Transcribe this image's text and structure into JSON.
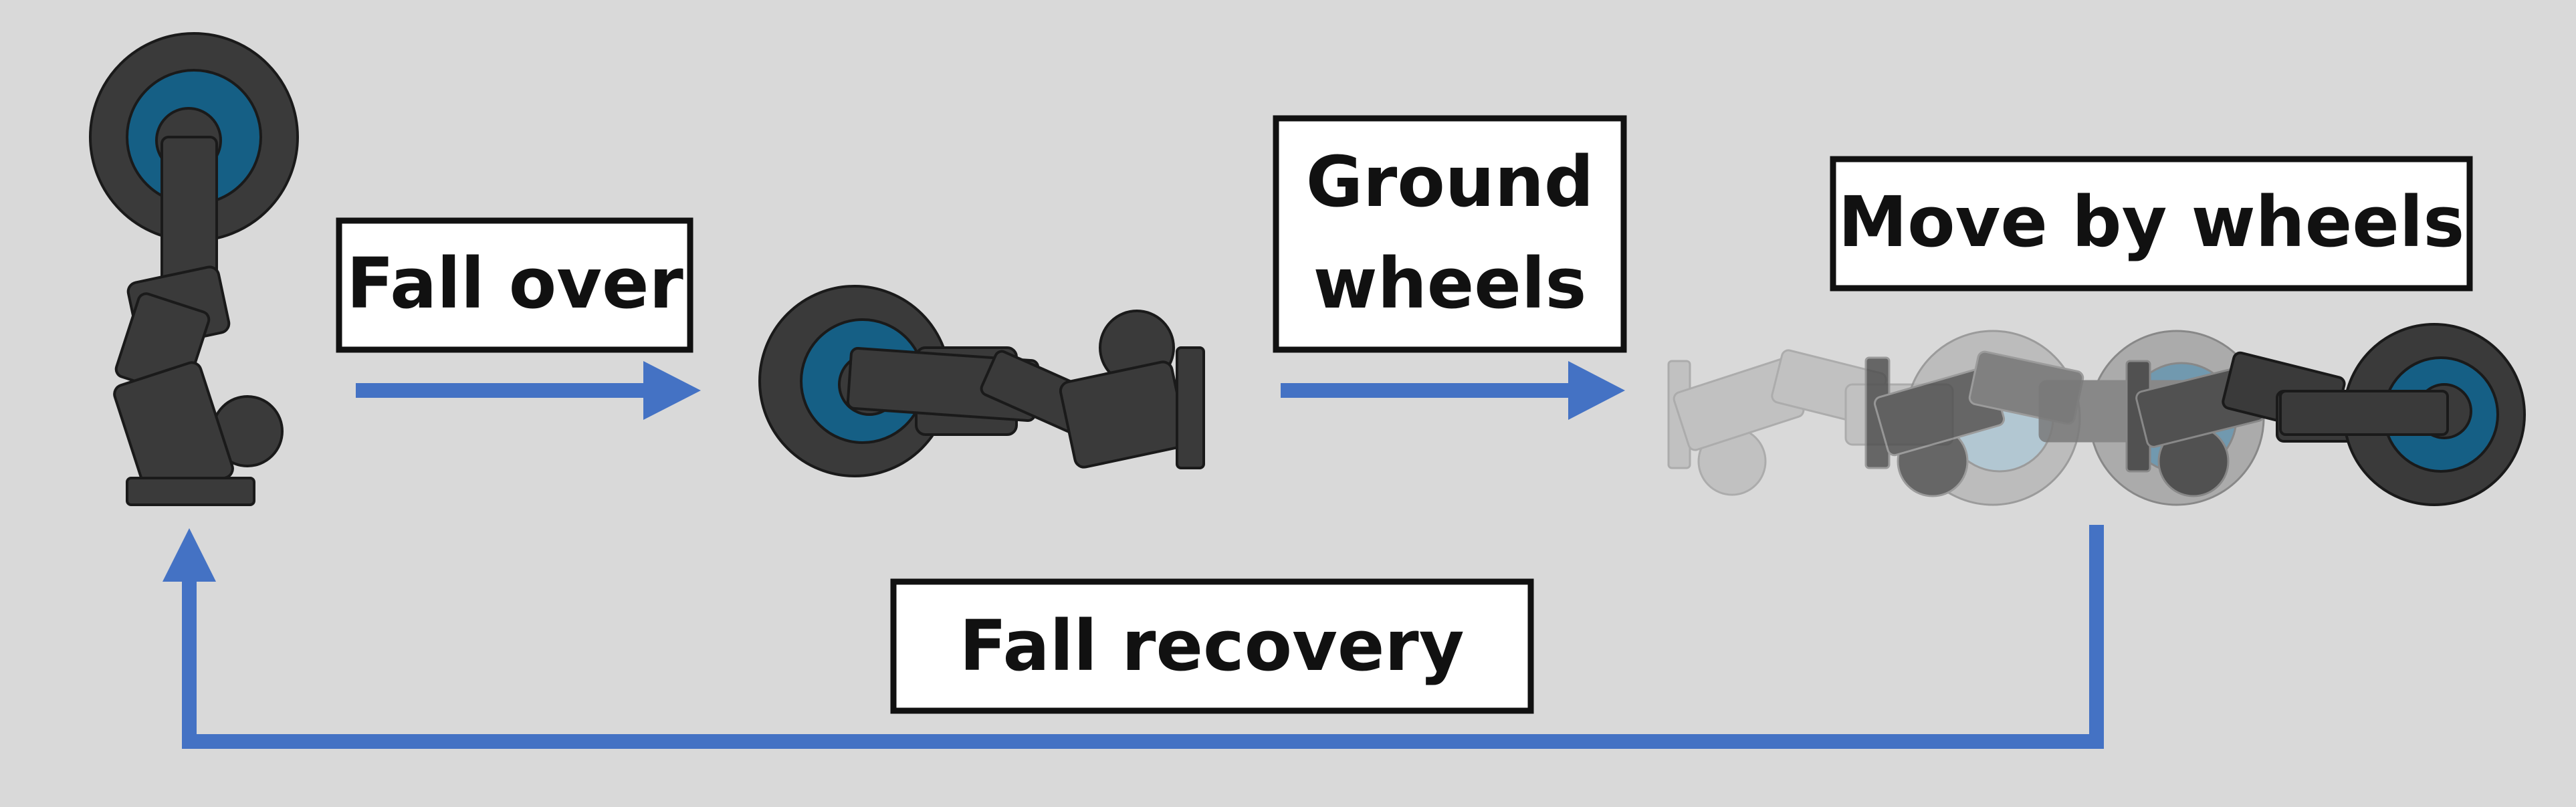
{
  "diagram": {
    "labels": {
      "fall_over": "Fall over",
      "ground_wheels_line1": "Ground",
      "ground_wheels_line2": "wheels",
      "move_by_wheels": "Move by wheels",
      "fall_recovery": "Fall recovery"
    },
    "colors": {
      "background": "#d9d9d9",
      "arrow": "#4472c4",
      "robot_body": "#3a3a3a",
      "robot_outline": "#1a1a1a",
      "wheel_hub": "#155f85",
      "label_box_fill": "#ffffff",
      "label_box_stroke": "#111111"
    }
  }
}
